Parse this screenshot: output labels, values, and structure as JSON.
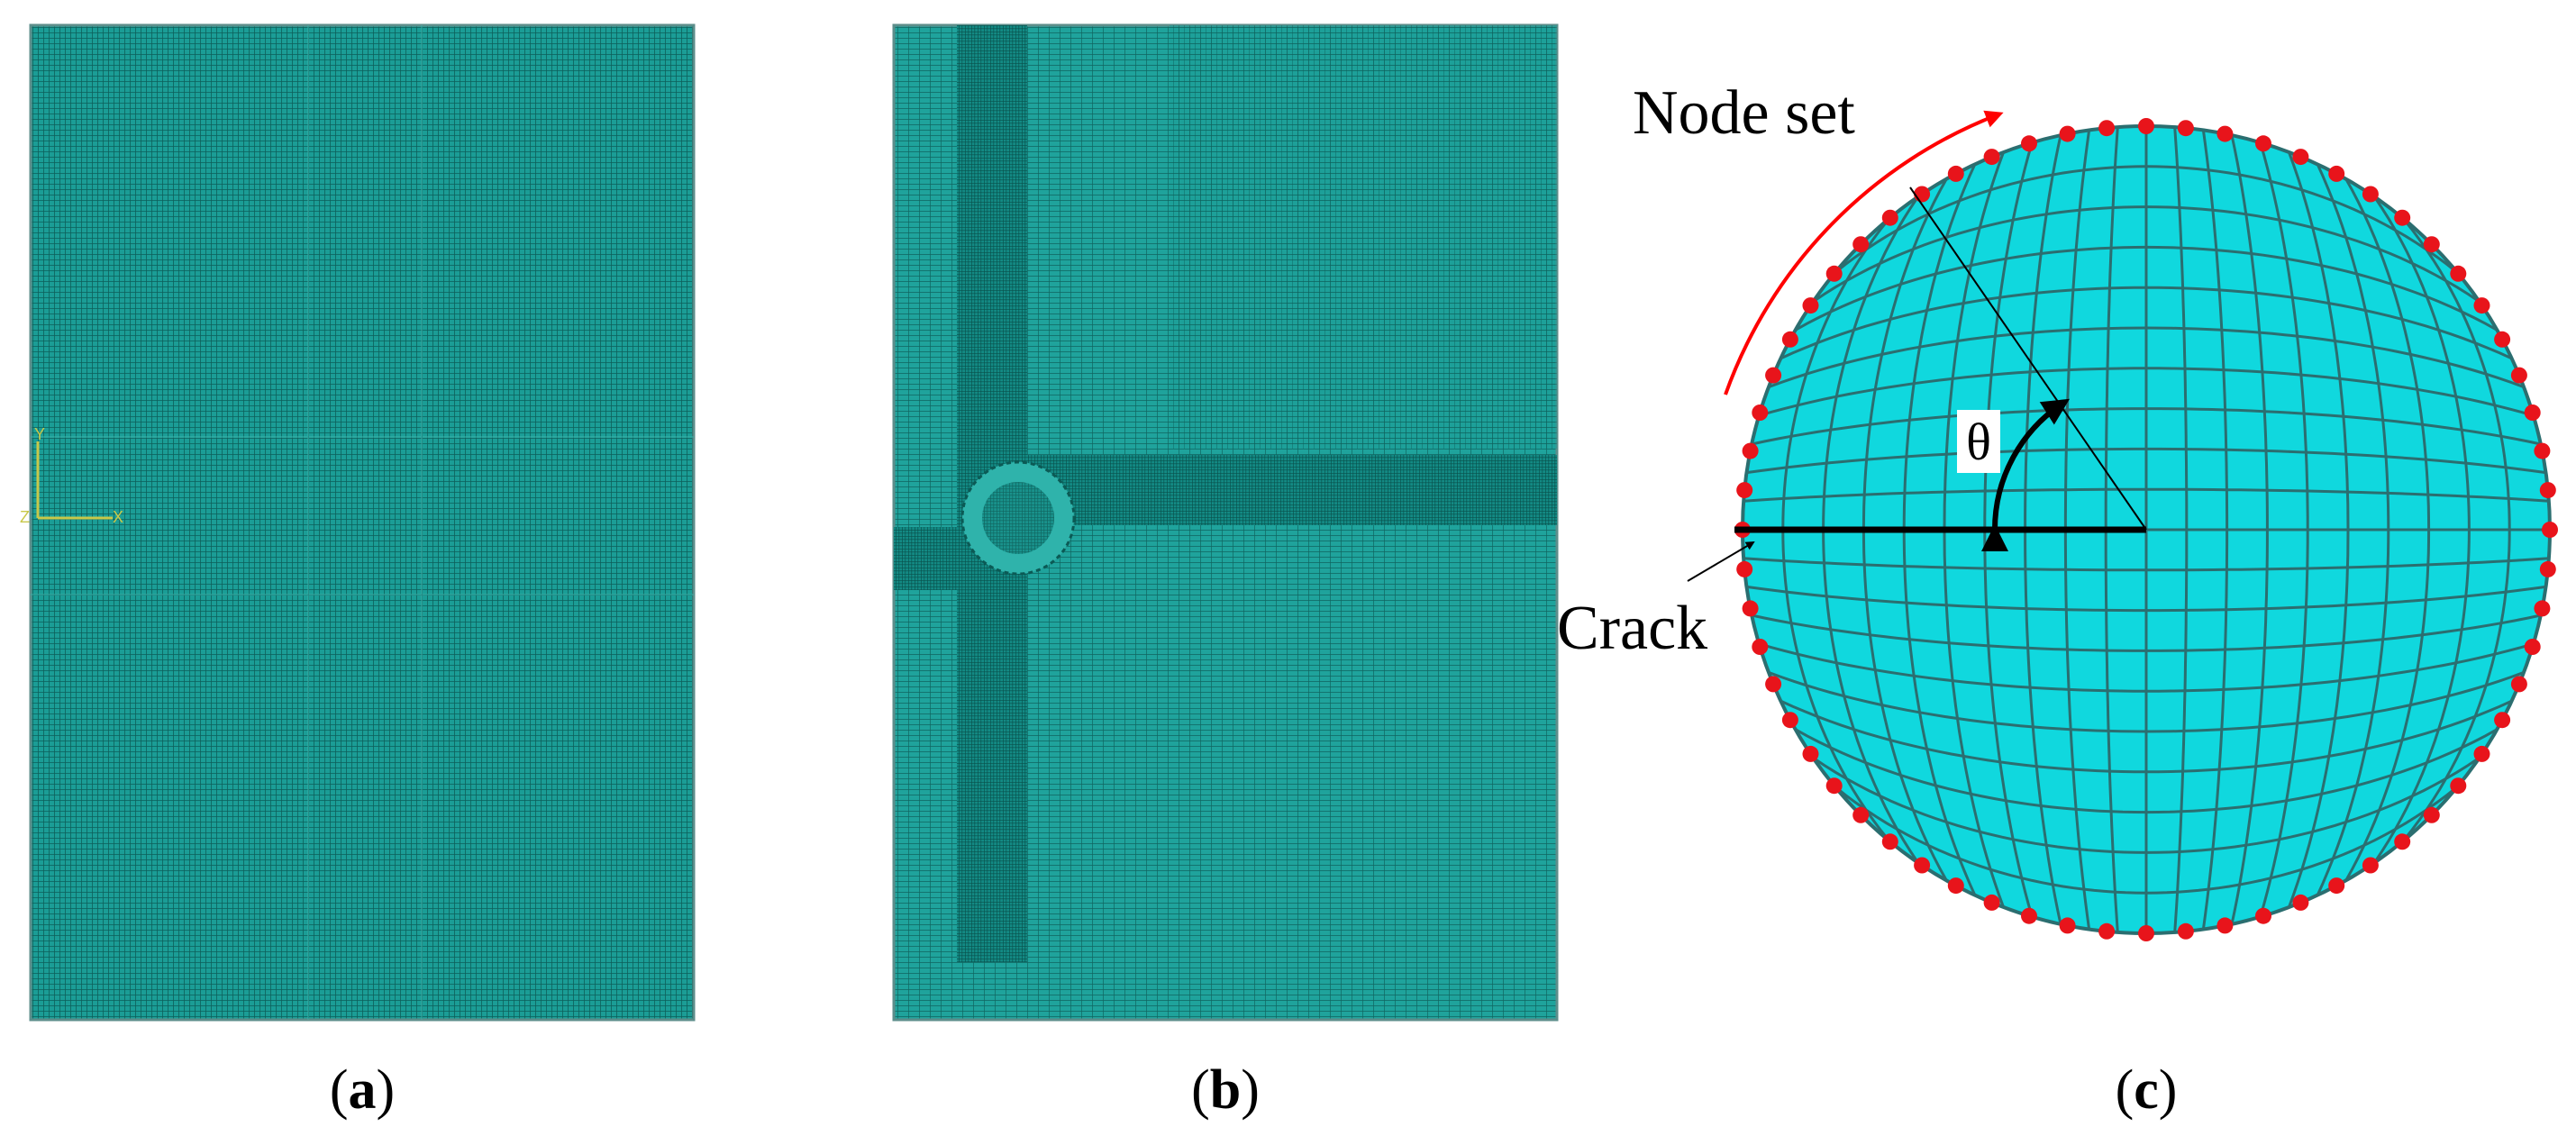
{
  "panels": {
    "a": {
      "caption_open": "(",
      "caption_letter": "a",
      "caption_close": ")"
    },
    "b": {
      "caption_open": "(",
      "caption_letter": "b",
      "caption_close": ")"
    },
    "c": {
      "caption_open": "(",
      "caption_letter": "c",
      "caption_close": ")"
    }
  },
  "mesh_axes": {
    "y_label": "Y",
    "x_label": "X",
    "z_label": "Z"
  },
  "labels": {
    "node_set": "Node set",
    "crack": "Crack",
    "theta": "θ"
  },
  "colors": {
    "mesh_fill": "#1b9d96",
    "mesh_line": "#0d5f5a",
    "disk_fill": "#10d8de",
    "disk_line": "#2b6e70",
    "node_dot": "#e8141b",
    "arrow_red": "#ff0000",
    "ink": "#000000"
  }
}
